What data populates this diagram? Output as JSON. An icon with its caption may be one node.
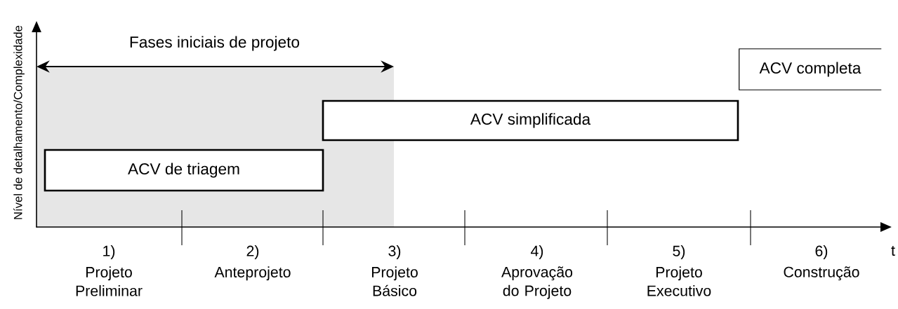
{
  "diagram": {
    "nodes": [
      {
        "text": [
          "Fases iniciais de projeto"
        ]
      },
      {
        "text": [
          "ACV de triagem"
        ],
        "in": 0
      },
      {
        "text": [
          "ACV simplificada"
        ]
      },
      {
        "text": [
          "ACV completa"
        ]
      }
    ],
    "labels": [
      "Nível de detalhamento/Complexidade",
      "1)",
      "2)",
      "3)",
      "4)",
      "5)",
      "6)",
      "t",
      "Projeto Preliminar",
      "Anteprojeto",
      "Projeto Básico",
      "Aprovação do Projeto",
      "Projeto Executivo",
      "Construção"
    ]
  }
}
